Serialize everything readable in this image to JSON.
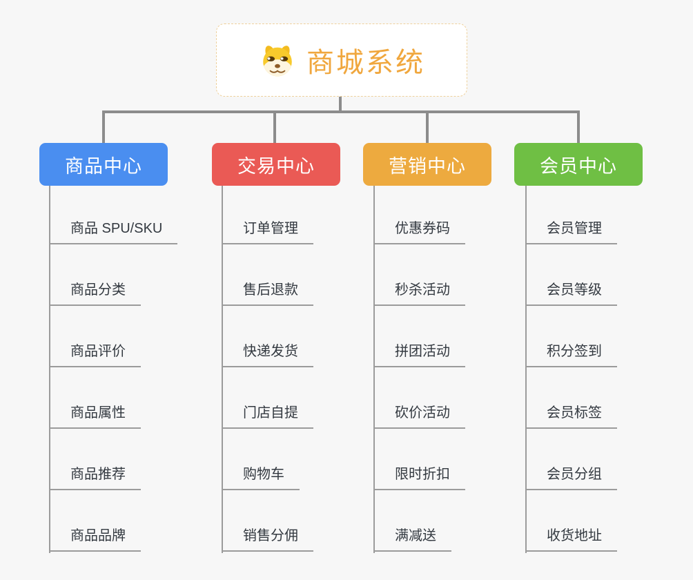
{
  "root": {
    "title": "商城系统",
    "icon": "shiba-dog-icon",
    "title_color": "#f0a73e",
    "border_color": "#eed09b"
  },
  "connector_color": "#8c8c8c",
  "leaf_line_color": "#9b9b9b",
  "background_color": "#f7f7f7",
  "branches": [
    {
      "label": "商品中心",
      "color": "#4a8ef0",
      "items": [
        "商品 SPU/SKU",
        "商品分类",
        "商品评价",
        "商品属性",
        "商品推荐",
        "商品品牌"
      ]
    },
    {
      "label": "交易中心",
      "color": "#ea5a55",
      "items": [
        "订单管理",
        "售后退款",
        "快递发货",
        "门店自提",
        "购物车",
        "销售分佣"
      ]
    },
    {
      "label": "营销中心",
      "color": "#edaa3f",
      "items": [
        "优惠券码",
        "秒杀活动",
        "拼团活动",
        "砍价活动",
        "限时折扣",
        "满减送"
      ]
    },
    {
      "label": "会员中心",
      "color": "#6fbf44",
      "items": [
        "会员管理",
        "会员等级",
        "积分签到",
        "会员标签",
        "会员分组",
        "收货地址"
      ]
    }
  ]
}
